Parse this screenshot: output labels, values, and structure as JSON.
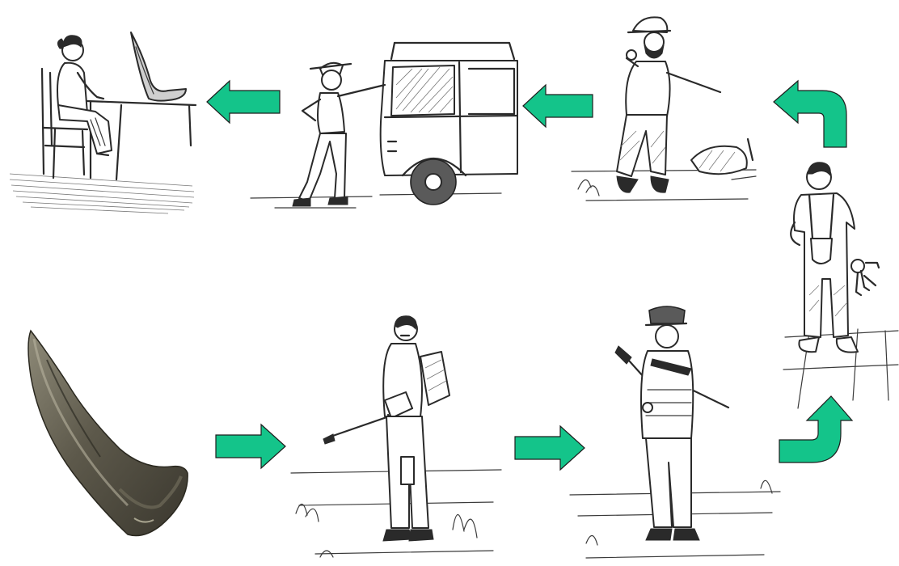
{
  "colors": {
    "arrow": "#14c48a",
    "ink": "#2a2a2a",
    "horn_dark": "#4b473c",
    "horn_light": "#8e8a78",
    "background": "#ffffff"
  },
  "panels": [
    {
      "id": "horn-photo",
      "icon": "rhino-horn-icon"
    },
    {
      "id": "ranger",
      "icon": "armed-ranger-icon"
    },
    {
      "id": "officer",
      "icon": "uniformed-officer-icon"
    },
    {
      "id": "keeper",
      "icon": "man-with-keys-icon"
    },
    {
      "id": "hunter",
      "icon": "bearded-hunter-icon"
    },
    {
      "id": "driver",
      "icon": "man-at-vehicle-icon"
    },
    {
      "id": "buyer",
      "icon": "seated-woman-with-horn-icon"
    }
  ],
  "arrows": [
    {
      "id": "arrow-1",
      "direction": "right"
    },
    {
      "id": "arrow-2",
      "direction": "right"
    },
    {
      "id": "arrow-3",
      "direction": "up-curve"
    },
    {
      "id": "arrow-4",
      "direction": "up-curve-left"
    },
    {
      "id": "arrow-5",
      "direction": "left"
    },
    {
      "id": "arrow-6",
      "direction": "left"
    }
  ]
}
